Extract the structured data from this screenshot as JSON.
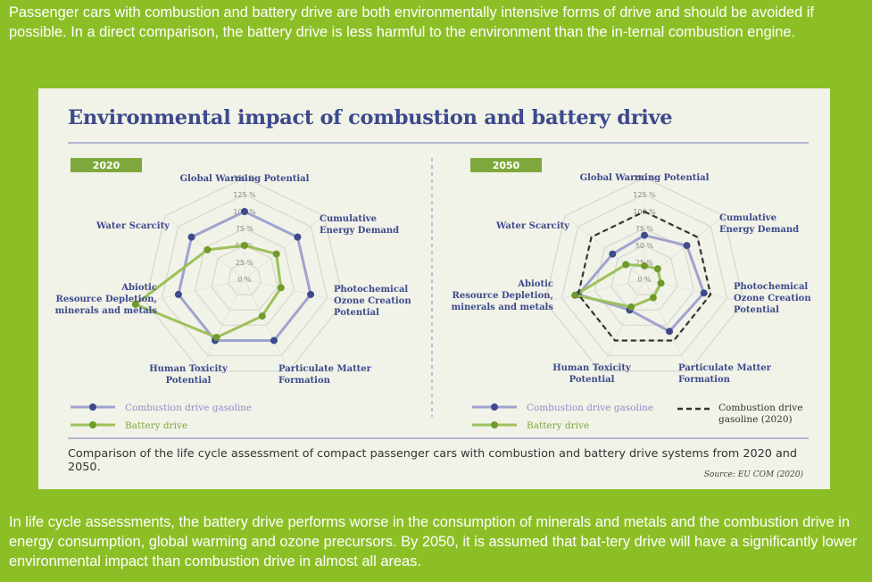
{
  "intro_text": "Passenger cars with combustion and battery drive are both environmentally intensive forms of drive and should be avoided if possible. In a direct comparison, the battery drive is less harmful to the environment than the in-ternal combustion engine.",
  "outro_text": "In life cycle assessments, the battery drive performs worse in the consumption of minerals and metals and the combustion drive in energy consumption, global warming and ozone precursors. By 2050, it is assumed that bat-tery drive will have a significantly lower environmental impact than combustion drive in almost all areas.",
  "colors": {
    "background": "#8cbf26",
    "card": "#f1f2e8",
    "title": "#3d4a8c",
    "year_badge": "#7fa83c",
    "combustion": "#9fa3cf",
    "combustion_marker": "#3d4a8c",
    "battery": "#9dc15a",
    "battery_marker": "#6f9a2c",
    "combustion_2020_dashed": "#333333"
  },
  "figure": {
    "title": "Environmental impact of combustion and battery drive",
    "caption": "Comparison of the life cycle assessment of compact passenger cars with combustion and battery drive systems from 2020 and 2050.",
    "source": "Source: EU COM (2020)"
  },
  "chart_data": [
    {
      "type": "radar",
      "year_label": "2020",
      "axes": [
        [
          "Global Warming Potential"
        ],
        [
          "Cumulative",
          "Energy Demand"
        ],
        [
          "Photochemical",
          "Ozone Creation",
          "Potential"
        ],
        [
          "Particulate Matter",
          "Formation"
        ],
        [
          "Human Toxicity",
          "Potential"
        ],
        [
          "Abiotic",
          "Resource Depletion,",
          "minerals and metals"
        ],
        [
          "Water Scarcity"
        ]
      ],
      "ticks": [
        "150 %",
        "125 %",
        "100 %",
        "75 %",
        "50 %",
        "25 %",
        "0 %"
      ],
      "tick_values": [
        150,
        125,
        100,
        75,
        50,
        25,
        0
      ],
      "rmax": 150,
      "series": [
        {
          "name": "Combustion drive gasoline",
          "values": [
            100,
            100,
            100,
            100,
            100,
            100,
            100
          ]
        },
        {
          "name": "Battery drive",
          "values": [
            50,
            60,
            55,
            60,
            95,
            165,
            70
          ]
        }
      ],
      "legend": [
        "Combustion drive gasoline",
        "Battery drive"
      ]
    },
    {
      "type": "radar",
      "year_label": "2050",
      "axes": [
        [
          "Global Warming Potential"
        ],
        [
          "Cumulative",
          "Energy Demand"
        ],
        [
          "Photochemical",
          "Ozone Creation",
          "Potential"
        ],
        [
          "Particulate Matter",
          "Formation"
        ],
        [
          "Human Toxicity",
          "Potential"
        ],
        [
          "Abiotic",
          "Resource Depletion,",
          "minerals and metals"
        ],
        [
          "Water Scarcity"
        ]
      ],
      "ticks": [
        "150 %",
        "125 %",
        "100 %",
        "75 %",
        "50 %",
        "25 %",
        "0 %"
      ],
      "tick_values": [
        150,
        125,
        100,
        75,
        50,
        25,
        0
      ],
      "rmax": 150,
      "series": [
        {
          "name": "Combustion drive gasoline",
          "values": [
            65,
            80,
            90,
            85,
            50,
            100,
            60
          ]
        },
        {
          "name": "Battery drive",
          "values": [
            20,
            25,
            25,
            30,
            45,
            105,
            35
          ]
        },
        {
          "name": "Combustion drive gasoline (2020)",
          "values": [
            100,
            100,
            100,
            100,
            100,
            100,
            100
          ],
          "dashed": true
        }
      ],
      "legend": [
        "Combustion drive gasoline",
        "Battery drive",
        "Combustion drive gasoline (2020)"
      ]
    }
  ]
}
